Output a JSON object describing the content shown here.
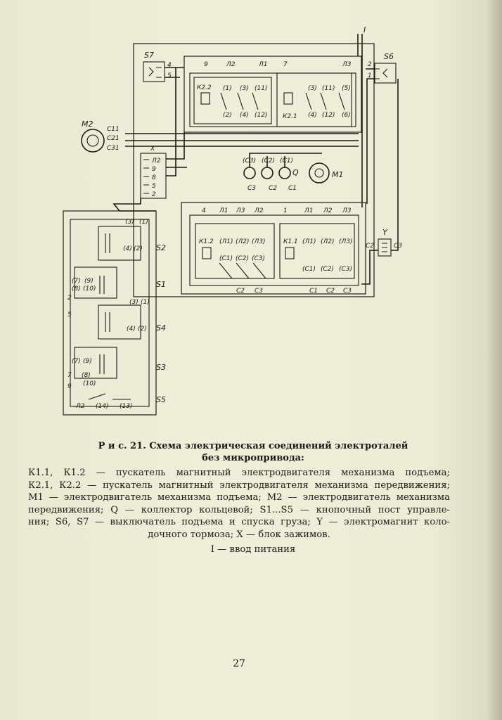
{
  "figure": {
    "title_lines": [
      "Р и с. 21. Схема электрическая соединений электроталей",
      "без микропривода:"
    ],
    "legend_lines": [
      "К1.1, К1.2 — пускатель магнитный электродвигателя механизма подъема;",
      "К2.1, К2.2 — пускатель магнитный электродвигателя механизма передвижения;",
      "М1 — электродвигатель механизма подъема; М2 — электродвигатель механизма",
      "передвижения; Q — коллектор кольцевой; S1...S5 — кнопочный пост управле-",
      "ния; S6, S7 — выключатель подъема и спуска груза; Y — электромагнит коло-",
      "дочного тормоза; Х — блок зажимов."
    ],
    "footnote": "I — ввод питания"
  },
  "schematic": {
    "input": "I",
    "s7": {
      "label": "S7",
      "terminals": [
        "4",
        "5"
      ]
    },
    "s6": {
      "label": "S6",
      "terminals": [
        "2",
        "1"
      ]
    },
    "m2": {
      "label": "М2",
      "terminals": [
        "С11",
        "С21",
        "С31"
      ]
    },
    "x_block": {
      "label": "X",
      "terminals": [
        "Л2",
        "9",
        "8",
        "5",
        "2"
      ]
    },
    "top_block": {
      "wire_labels": [
        "9",
        "Л2",
        "Л1",
        "7",
        "Л3"
      ],
      "k22": {
        "label": "К2.2",
        "top": [
          "(1)",
          "(3)",
          "(11)"
        ],
        "bottom": [
          "(2)",
          "(4)",
          "(12)"
        ]
      },
      "k21": {
        "label": "К2.1",
        "top": [
          "(3)",
          "(11)",
          "(5)"
        ],
        "bottom": [
          "(4)",
          "(12)",
          "(6)"
        ]
      }
    },
    "collector": {
      "rings": [
        "(С3)",
        "(С2)",
        "(С1)"
      ],
      "label": "Q",
      "outputs": [
        "С3",
        "С2",
        "С1"
      ]
    },
    "m1": {
      "label": "М1"
    },
    "bottom_block": {
      "wire_labels_left": [
        "4",
        "Л1",
        "Л3",
        "Л2"
      ],
      "wire_labels_right": [
        "1",
        "Л1",
        "Л2",
        "Л3"
      ],
      "k12": {
        "label": "К1.2",
        "top": [
          "(Л1)",
          "(Л2)",
          "(Л3)"
        ],
        "bottom": [
          "(С1)",
          "(С2)",
          "(С3)"
        ]
      },
      "k11": {
        "label": "К1.1",
        "top": [
          "(Л1)",
          "(Л2)",
          "(Л3)"
        ],
        "bottom": [
          "(С1)",
          "(С2)",
          "(С3)"
        ]
      },
      "bottom_labels_left": [
        "С2",
        "С3"
      ],
      "bottom_labels_right": [
        "С1",
        "С2",
        "С3"
      ]
    },
    "brake": {
      "label": "Y",
      "terminals": [
        "С2",
        "С3"
      ]
    },
    "pendant": {
      "buttons": [
        {
          "label": "S2",
          "contacts": [
            "(3)",
            "(1)",
            "(4)",
            "(2)"
          ]
        },
        {
          "label": "S1",
          "contacts": [
            "(7)",
            "(8)",
            "(9)",
            "(10)"
          ]
        },
        {
          "label": "S4",
          "contacts": [
            "(3)",
            "(1)",
            "(4)",
            "(2)"
          ]
        },
        {
          "label": "S3",
          "contacts": [
            "(7)",
            "(8)",
            "(9)",
            "(10)"
          ]
        },
        {
          "label": "S5",
          "contacts": [
            "(14)",
            "(13)"
          ]
        }
      ],
      "wire_numbers": [
        "2",
        "5",
        "7",
        "9",
        "Л2"
      ]
    }
  },
  "page_number": "27"
}
